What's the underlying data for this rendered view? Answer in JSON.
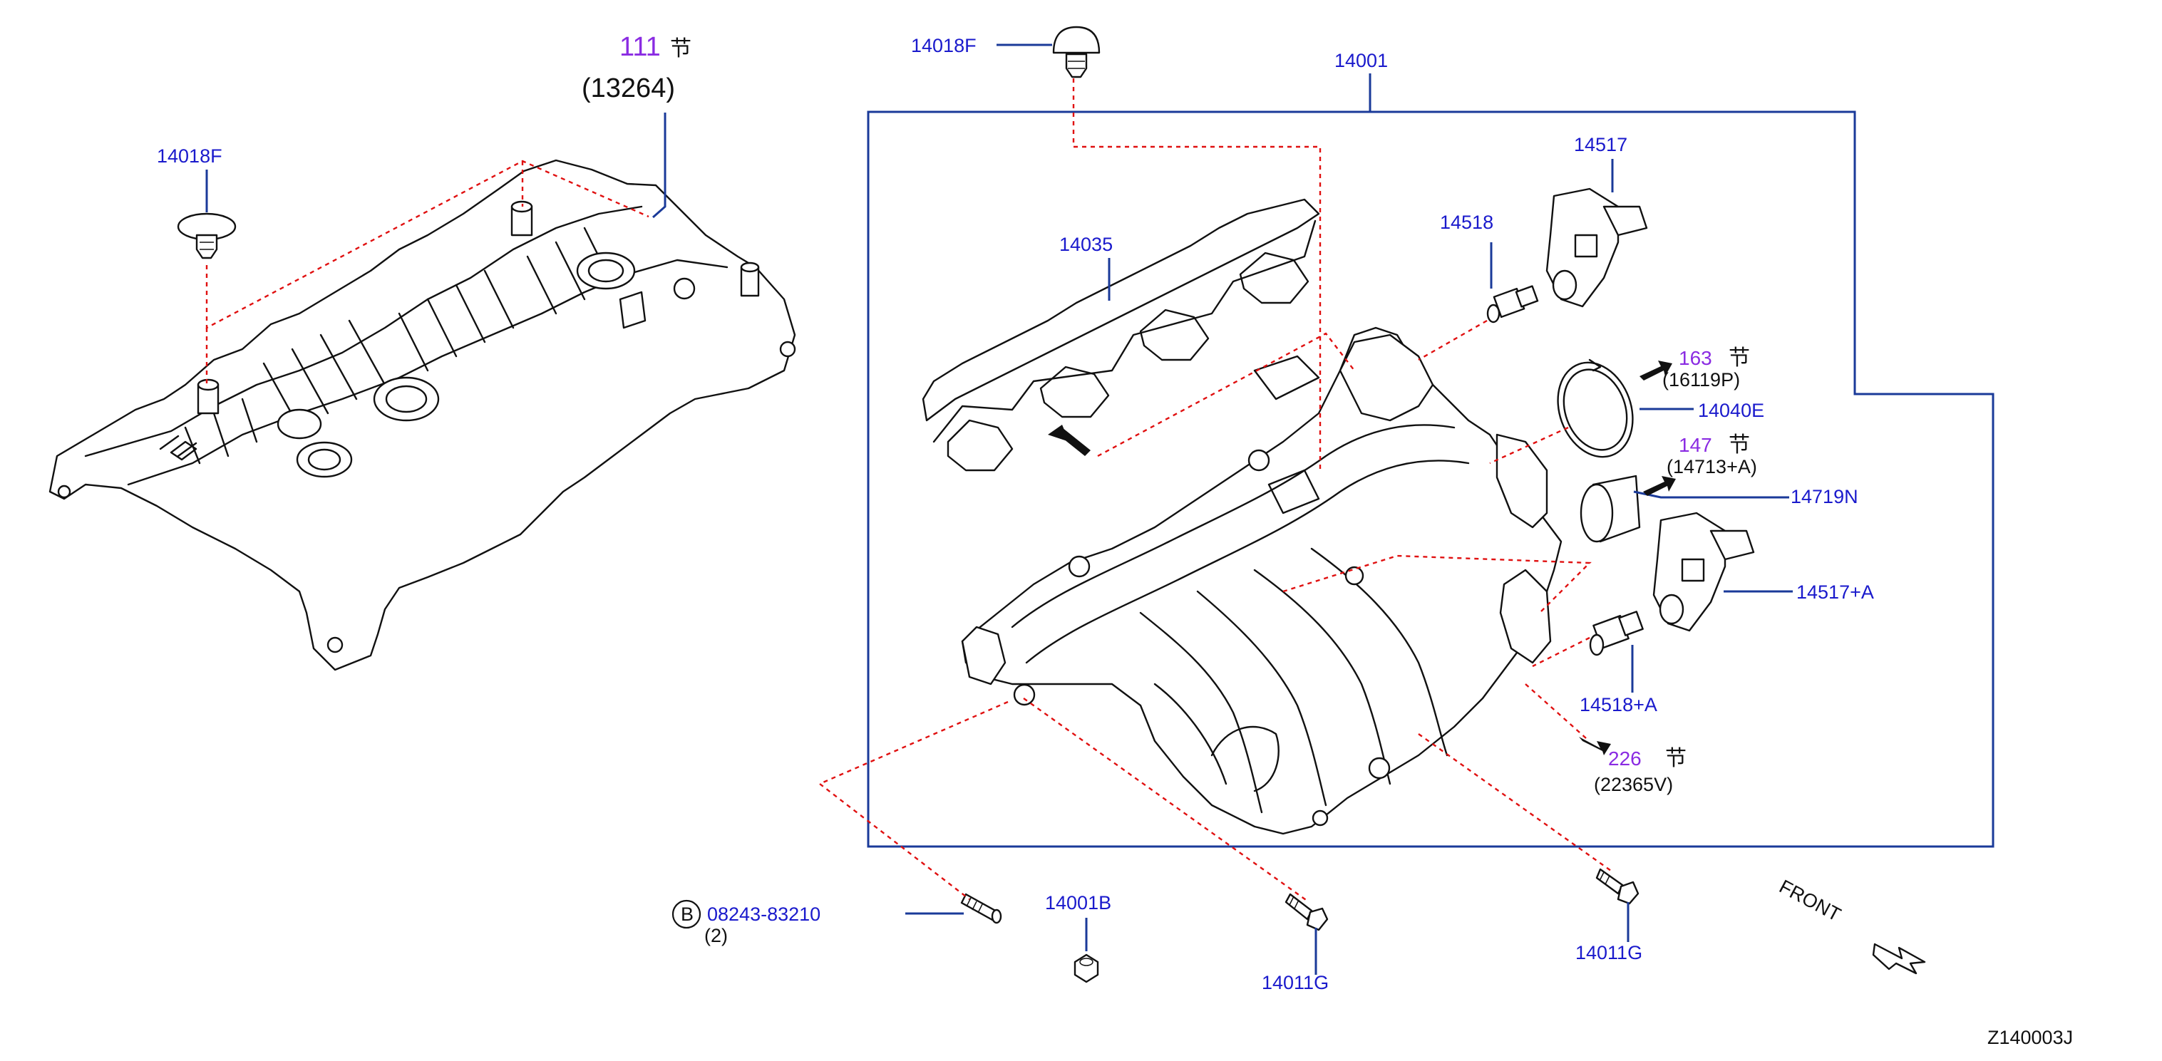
{
  "diagram": {
    "drawing_code": "Z140003J",
    "front_label": "FRONT",
    "section_mark": "节",
    "bolt_circle_letter": "B",
    "colors": {
      "part_number": "#1a1acc",
      "section_ref": "#8a2be2",
      "leader": "#1a3a99",
      "dashed_link": "#e01010",
      "line_art": "#111111"
    },
    "labels": {
      "p14018F_left": "14018F",
      "p14018F_top": "14018F",
      "sec111": "111",
      "p13264": "(13264)",
      "p14001": "14001",
      "p14035": "14035",
      "p14517": "14517",
      "p14518": "14518",
      "sec163": "163",
      "p16119P": "(16119P)",
      "p14040E": "14040E",
      "sec147": "147",
      "p14713A": "(14713+A)",
      "p14719N": "14719N",
      "p14517A": "14517+A",
      "p14518A": "14518+A",
      "sec226": "226",
      "p22365V": "(22365V)",
      "p08243": "08243-83210",
      "qty2": "(2)",
      "p14001B": "14001B",
      "p14011G_left": "14011G",
      "p14011G_right": "14011G"
    }
  }
}
